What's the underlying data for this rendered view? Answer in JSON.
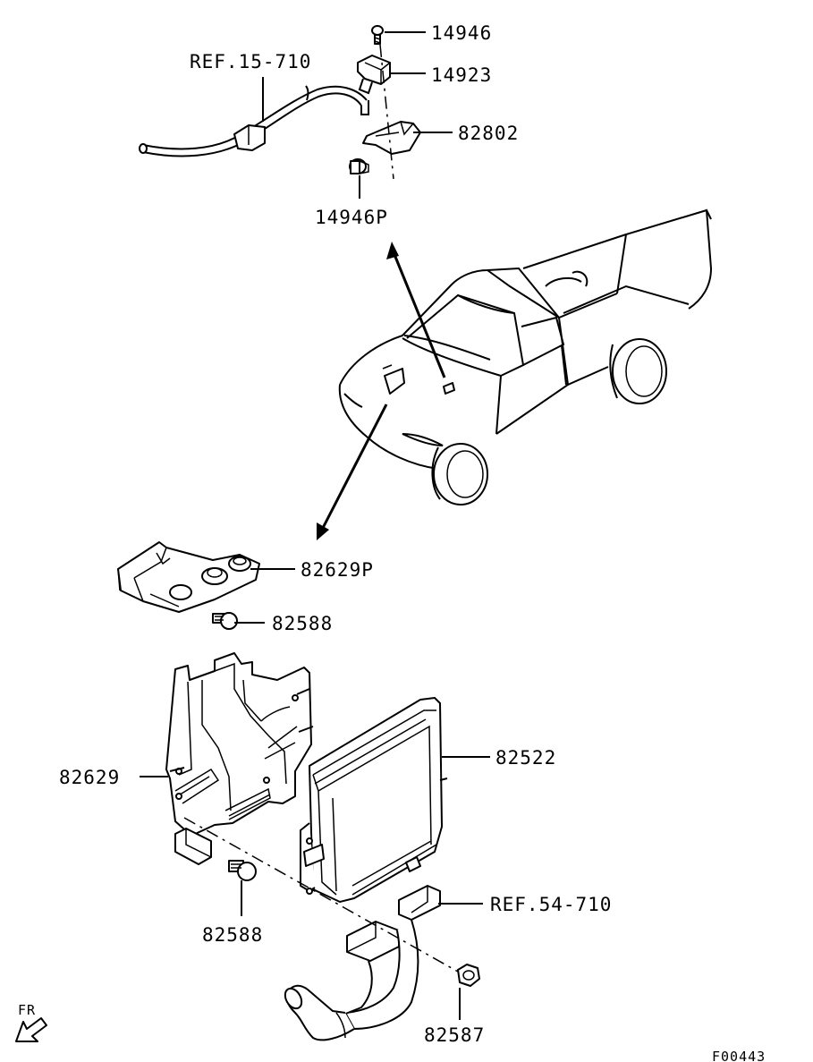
{
  "labels": {
    "p14946": "14946",
    "p14923": "14923",
    "p82802": "82802",
    "p14946P": "14946P",
    "ref15710": "REF.15-710",
    "p82629P": "82629P",
    "p82588a": "82588",
    "p82522": "82522",
    "p82629": "82629",
    "p82588b": "82588",
    "ref54710": "REF.54-710",
    "p82587": "82587",
    "fr": "FR",
    "code": "F00443"
  }
}
